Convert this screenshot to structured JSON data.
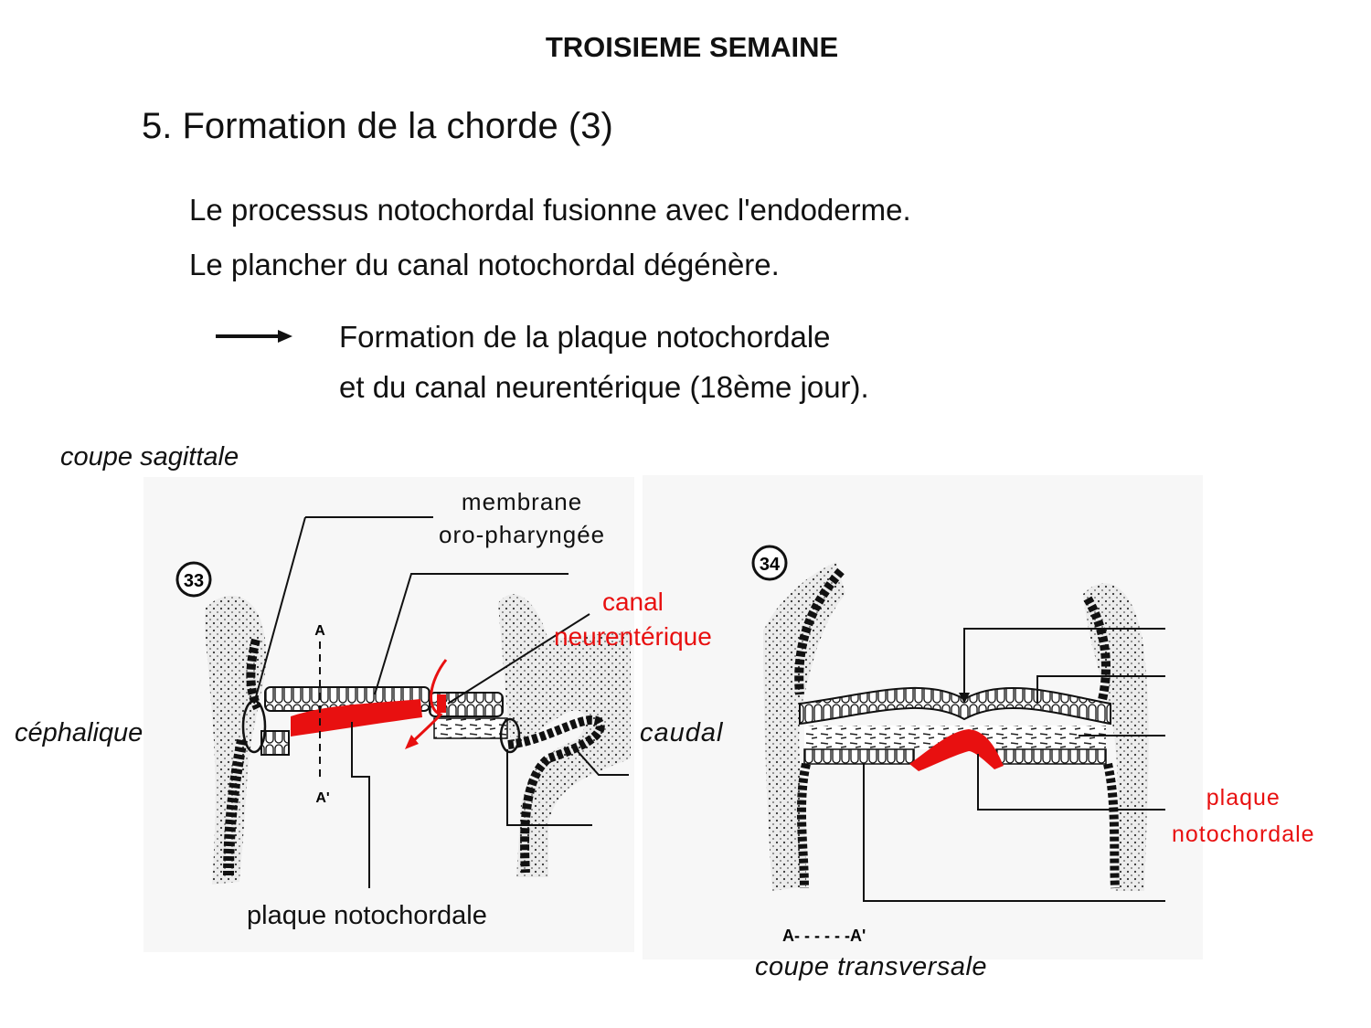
{
  "slide": {
    "header": "TROISIEME SEMAINE",
    "title": "5. Formation de la chorde (3)",
    "body": [
      "Le processus notochordal fusionne avec l'endoderme.",
      "Le plancher du canal notochordal dégénère."
    ],
    "result": [
      "Formation de la plaque notochordale",
      "et du canal neurentérique (18ème jour)."
    ]
  },
  "figure33": {
    "number": "33",
    "view_label": "coupe sagittale",
    "left_label": "céphalique",
    "right_label": "caudal",
    "labels": {
      "membrane": [
        "membrane",
        "oro-pharyngée"
      ],
      "canal": [
        "canal",
        "neurentérique"
      ],
      "plaque": "plaque notochordale"
    },
    "section_marks": [
      "A",
      "A'"
    ]
  },
  "figure34": {
    "number": "34",
    "view_label": "coupe transversale",
    "labels": {
      "plaque": [
        "plaque",
        "notochordale"
      ]
    },
    "section_marks": "A- - - - - -A'"
  },
  "colors": {
    "highlight": "#e81010",
    "tissue": "#d9d9d9",
    "line": "#111111"
  },
  "icons": [
    "right-arrow-icon",
    "curved-arrow-icon"
  ]
}
